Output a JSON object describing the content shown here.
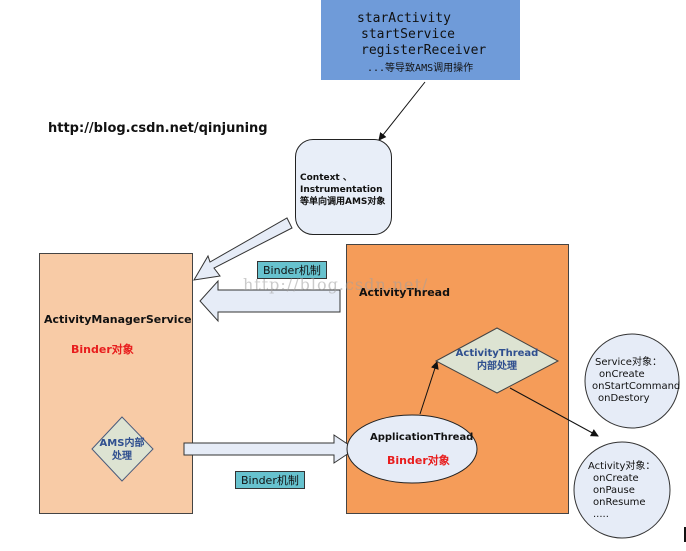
{
  "diagram": {
    "top_box": {
      "lines": [
        "starActivity",
        "startService",
        "registerReceiver",
        "...等导致AMS调用操作"
      ],
      "fill": "#6f9bd9"
    },
    "url": "http://blog.csdn.net/qinjuning",
    "context_box": {
      "lines": [
        "Context 、",
        "Instrumentation",
        "等单向调用AMS对象"
      ]
    },
    "ams_box": {
      "title": "ActivityManagerService",
      "subtitle": "Binder对象",
      "fill": "#f8cba6"
    },
    "ams_diamond": {
      "lines": [
        "AMS内部",
        "处理"
      ]
    },
    "activity_thread_box": {
      "title": "ActivityThread",
      "fill": "#f59c59"
    },
    "at_diamond": {
      "lines": [
        "ActivityThread",
        "内部处理"
      ]
    },
    "application_thread": {
      "title": "ApplicationThread",
      "subtitle": "Binder对象"
    },
    "binder_tag_top": "Binder机制",
    "binder_tag_bottom": "Binder机制",
    "service_circle": {
      "lines": [
        "Service对象：",
        "onCreate",
        "onStartCommand",
        "onDestory"
      ]
    },
    "activity_circle": {
      "lines": [
        "Activity对象：",
        "onCreate",
        "onPause",
        "onResume",
        "....."
      ]
    },
    "watermark": "http://blog.csdn.net/",
    "colors": {
      "binder_tag": "#67c2ce",
      "diamond": "#dde3d2",
      "ellipse": "#e6ecf7",
      "red_text": "#e81d1d",
      "blue_text": "#2f4f8f"
    }
  }
}
